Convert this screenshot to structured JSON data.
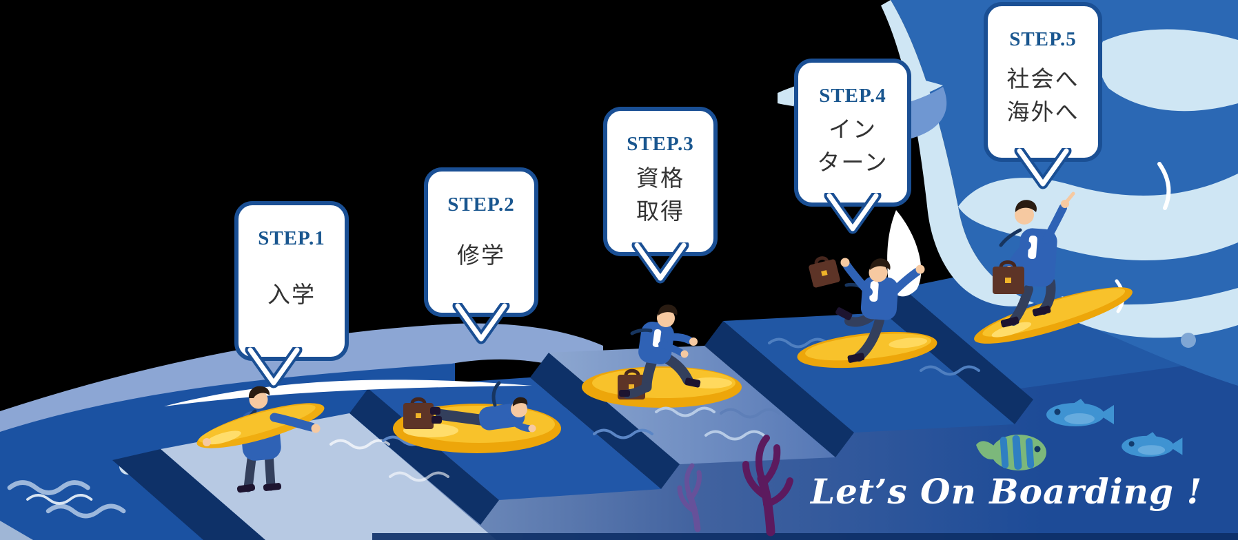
{
  "bubbles": [
    {
      "label": "STEP.1",
      "line1": "入学",
      "line2": ""
    },
    {
      "label": "STEP.2",
      "line1": "修学",
      "line2": ""
    },
    {
      "label": "STEP.3",
      "line1": "資格",
      "line2": "取得"
    },
    {
      "label": "STEP.4",
      "line1": "イン",
      "line2": "ターン"
    },
    {
      "label": "STEP.5",
      "line1": "社会へ",
      "line2": "海外へ"
    }
  ],
  "tagline": "Let’s On Boarding !",
  "colors": {
    "bubble_border": "#1a4f94",
    "step_label": "#19568f",
    "step_text": "#333333",
    "ocean_deep": "#1b52a2",
    "arc_band": "#8ca6d4",
    "riser_navy": "#0e3168",
    "tread_light": "#b7c9e3",
    "tread_royal": "#2157a8",
    "surfboard_yellow": "#f0ad10",
    "surfboard_highlight": "#f8c22b",
    "suit_blue": "#2f62b5",
    "pants_navy": "#333f5c",
    "briefcase_brown": "#5d3427",
    "wave_blue": "#2b68b4",
    "wave_foam": "#cfe6f4",
    "coral_dark": "#5c1a5e",
    "coral_light": "#66519a",
    "fish_blue": "#3f93d2",
    "clownfish_green": "#7cb87b",
    "tagline_color": "#ffffff"
  },
  "decor_icons": [
    "surfer-carrying-board",
    "surfer-paddling",
    "surfer-kneeling",
    "surfer-jumping",
    "surfer-riding-wave",
    "big-wave",
    "clownfish",
    "fish",
    "coral",
    "air-bubble",
    "water-ripple"
  ]
}
